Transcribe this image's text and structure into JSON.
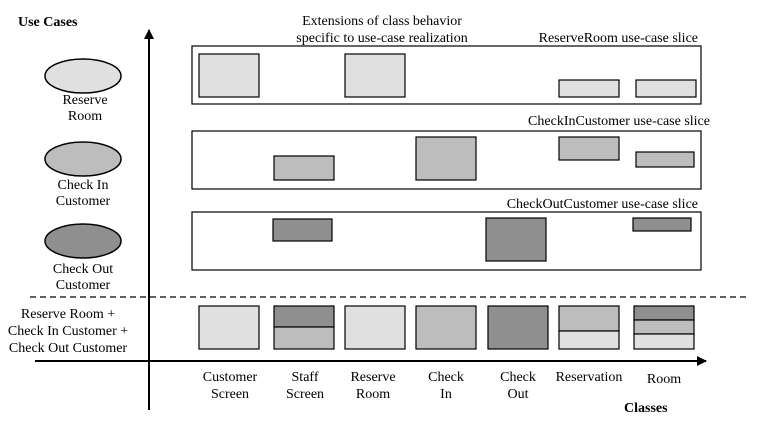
{
  "axes": {
    "y_title": "Use Cases",
    "x_title": "Classes"
  },
  "use_cases": [
    {
      "lines": [
        "Reserve",
        "Room"
      ],
      "color": "#e0e0e0"
    },
    {
      "lines": [
        "Check In",
        "Customer"
      ],
      "color": "#bdbdbd"
    },
    {
      "lines": [
        "Check Out",
        "Customer"
      ],
      "color": "#8f8f8f"
    }
  ],
  "composite_label": [
    "Reserve Room +",
    "Check In Customer +",
    "Check Out Customer"
  ],
  "annotation": [
    "Extensions of class behavior",
    "specific to use-case realization"
  ],
  "slices": [
    {
      "label": "ReserveRoom use-case slice"
    },
    {
      "label": "CheckInCustomer use-case slice"
    },
    {
      "label": "CheckOutCustomer use-case slice"
    }
  ],
  "classes": [
    {
      "lines": [
        "Customer",
        "Screen"
      ]
    },
    {
      "lines": [
        "Staff",
        "Screen"
      ]
    },
    {
      "lines": [
        "Reserve",
        "Room"
      ]
    },
    {
      "lines": [
        "Check",
        "In"
      ]
    },
    {
      "lines": [
        "Check",
        "Out"
      ]
    },
    {
      "lines": [
        "Reservation"
      ]
    },
    {
      "lines": [
        "Room"
      ]
    }
  ],
  "colors": {
    "reserve": "#e0e0e0",
    "checkin": "#bdbdbd",
    "checkout": "#8f8f8f",
    "stroke": "#000000"
  }
}
